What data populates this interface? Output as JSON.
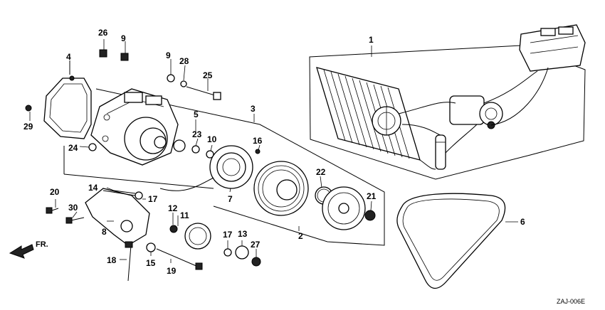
{
  "diagram": {
    "callouts": [
      "1",
      "2",
      "3",
      "4",
      "5",
      "6",
      "7",
      "8",
      "9",
      "9",
      "10",
      "11",
      "12",
      "13",
      "14",
      "15",
      "16",
      "17",
      "17",
      "18",
      "19",
      "20",
      "21",
      "22",
      "23",
      "24",
      "25",
      "26",
      "27",
      "28",
      "29",
      "30"
    ],
    "direction_label": "FR.",
    "diagram_code": "ZAJ-006E"
  }
}
